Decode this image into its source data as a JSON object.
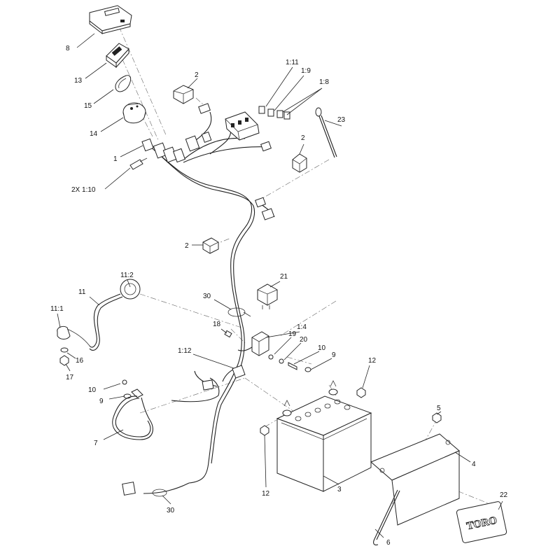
{
  "diagram": {
    "callouts": {
      "c8": "8",
      "c13": "13",
      "c15": "15",
      "c14": "14",
      "c1": "1",
      "c2x110": "2X 1:10",
      "c2a": "2",
      "c2b": "2",
      "c2c": "2",
      "c111": "1:11",
      "c19": "1:9",
      "c18": "1:8",
      "c23": "23",
      "c112": "11:2",
      "c11": "11",
      "c111b": "11:1",
      "c16": "16",
      "c17": "17",
      "c30a": "30",
      "c21": "21",
      "c14b": "1:4",
      "c18b": "18",
      "c19b": "19",
      "c20": "20",
      "c10a": "10",
      "c9a": "9",
      "c112b": "1:12",
      "c12a": "12",
      "c10b": "10",
      "c9b": "9",
      "c7": "7",
      "c5": "5",
      "c4": "4",
      "c12b": "12",
      "c3": "3",
      "c30b": "30",
      "c22": "22",
      "c6": "6"
    },
    "decal_text": "TORO"
  }
}
